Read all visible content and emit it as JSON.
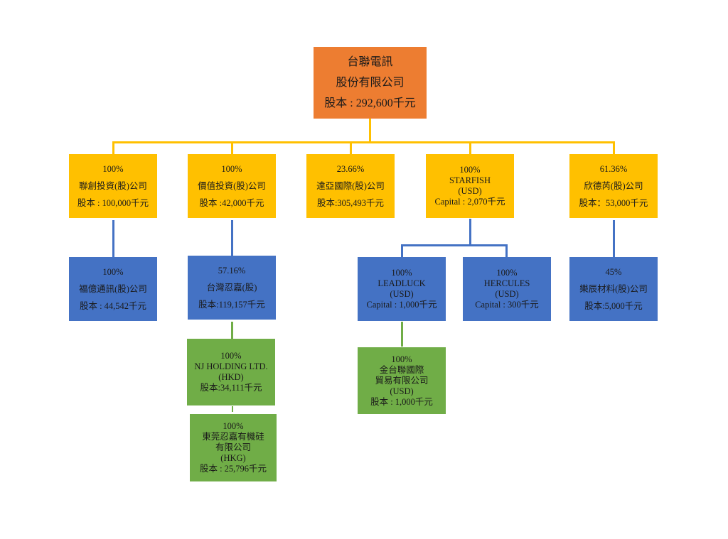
{
  "colors": {
    "root": "#ED7D31",
    "level1": "#FFC000",
    "blue": "#4472C4",
    "green": "#70AD47"
  },
  "nodes": {
    "root": {
      "lines": [
        "台聯電訊",
        "股份有限公司",
        "股本 : 292,600千元"
      ]
    },
    "lianchuang": {
      "lines": [
        "100%",
        "聯創投資(股)公司",
        "股本 : 100,000千元"
      ]
    },
    "jiazhi": {
      "lines": [
        "100%",
        "價值投資(股)公司",
        "股本 :42,000千元"
      ]
    },
    "daya": {
      "lines": [
        "23.66%",
        "達亞國際(股)公司",
        "股本:305,493千元"
      ]
    },
    "starfish": {
      "lines": [
        "100%",
        "STARFISH",
        "(USD)",
        "Capital : 2,070千元"
      ]
    },
    "xindeli": {
      "lines": [
        "61.36%",
        "欣德芮(股)公司",
        "股本：53,000千元"
      ]
    },
    "fude": {
      "lines": [
        "100%",
        "福億通訊(股)公司",
        "股本 : 44,542千元"
      ]
    },
    "renjia": {
      "lines": [
        "57.16%",
        "台灣忍嘉(股)",
        "股本:119,157千元"
      ]
    },
    "leadluck": {
      "lines": [
        "100%",
        "LEADLUCK",
        "(USD)",
        "Capital : 1,000千元"
      ]
    },
    "hercules": {
      "lines": [
        "100%",
        "HERCULES",
        "(USD)",
        "Capital : 300千元"
      ]
    },
    "lechen": {
      "lines": [
        "45%",
        "樂辰材料(股)公司",
        "股本:5,000千元"
      ]
    },
    "nj": {
      "lines": [
        "100%",
        "NJ HOLDING LTD.",
        "(HKD)",
        "股本:34,111千元"
      ]
    },
    "dongguan": {
      "lines": [
        "100%",
        "東莞忍嘉有機硅",
        "有限公司",
        "(HKG)",
        "股本 : 25,796千元"
      ]
    },
    "jintai": {
      "lines": [
        "100%",
        "金台聯國際",
        "貿易有限公司",
        "(USD)",
        "股本 : 1,000千元"
      ]
    }
  }
}
